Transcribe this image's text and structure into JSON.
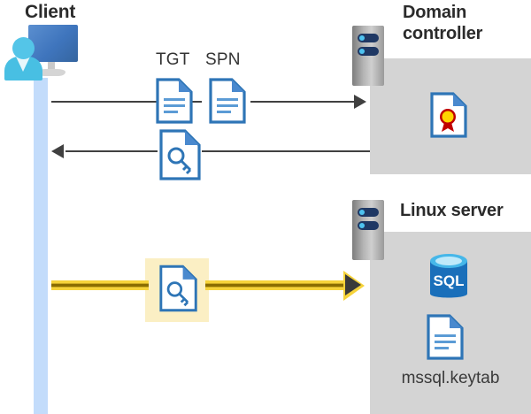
{
  "diagram": {
    "title_client": "Client",
    "title_domain_controller": "Domain\ncontroller",
    "title_linux_server": "Linux server",
    "colors": {
      "panel_gray": "#d4d4d4",
      "lifeline_blue": "#c3dcfb",
      "highlight_yellow": "#fbefc4",
      "arrow_yellow": "#f6d33a",
      "arrow_gray": "#404040",
      "doc_blue": "#2e75b6",
      "sql_blue": "#1a6fba",
      "rack_navy": "#1f3864",
      "text_dark": "#2b2b2b"
    },
    "client": {
      "label": "Client",
      "icon": "user-workstation-icon",
      "lifeline": "client-lifeline"
    },
    "domain_controller": {
      "label_line1": "Domain",
      "label_line2": "controller",
      "rack_icon": "server-rack-icon",
      "contents": [
        {
          "icon": "certificate-document-icon",
          "label": ""
        }
      ]
    },
    "linux_server": {
      "label": "Linux server",
      "rack_icon": "server-rack-icon",
      "contents": [
        {
          "icon": "sql-database-icon",
          "label": "SQL"
        },
        {
          "icon": "keytab-document-icon",
          "label": "mssql.keytab"
        }
      ]
    },
    "messages": [
      {
        "id": "request",
        "direction": "right",
        "style": "gray",
        "from": "client",
        "to": "domain-controller",
        "artifacts": [
          {
            "label": "TGT",
            "icon": "text-document-icon"
          },
          {
            "label": "SPN",
            "icon": "text-document-icon"
          }
        ]
      },
      {
        "id": "response",
        "direction": "left",
        "style": "gray",
        "from": "domain-controller",
        "to": "client",
        "artifacts": [
          {
            "label": "",
            "icon": "key-document-icon"
          }
        ]
      },
      {
        "id": "service-ticket",
        "direction": "right",
        "style": "yellow-highlight",
        "from": "client",
        "to": "linux-server",
        "artifacts": [
          {
            "label": "",
            "icon": "key-document-icon"
          }
        ]
      }
    ],
    "labels": {
      "tgt": "TGT",
      "spn": "SPN",
      "sql": "SQL",
      "keytab_file": "mssql.keytab"
    }
  }
}
